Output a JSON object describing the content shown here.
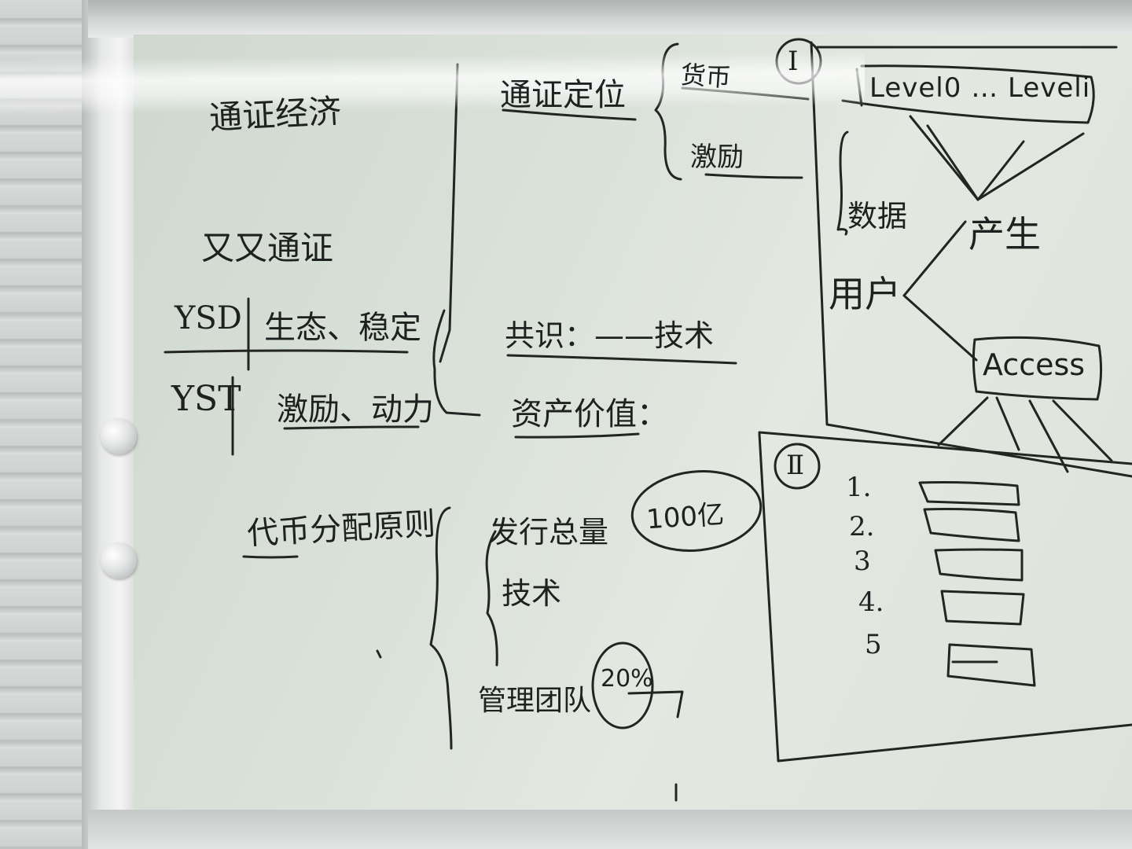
{
  "left_column": {
    "line_1": "通证经济",
    "line_2": "又又通证",
    "line_3_prefix": "YSD",
    "line_3_text": "生态、稳定",
    "line_4_prefix": "YST",
    "line_4_text": "激励、动力"
  },
  "middle_column": {
    "token_definition": "通证定位",
    "sub_1": "货币",
    "sub_2": "激励",
    "consensus": "共识：——技术",
    "asset_value": "资产价值：",
    "distribution": "代币分配原则",
    "total_issue": "发行总量",
    "total_issue_circle": "100亿",
    "technical": "技术",
    "team": "管理团队",
    "percent_circle": "20%"
  },
  "panel_one": {
    "label": "Ⅰ",
    "levels_box": "Level0 … Leveli",
    "data_label": "数据",
    "produce_label": "产生",
    "user_label": "用户",
    "access_box": "Access"
  },
  "panel_two": {
    "label": "Ⅱ",
    "list_numbers": [
      "1.",
      "2.",
      "3",
      "4.",
      "5"
    ]
  }
}
